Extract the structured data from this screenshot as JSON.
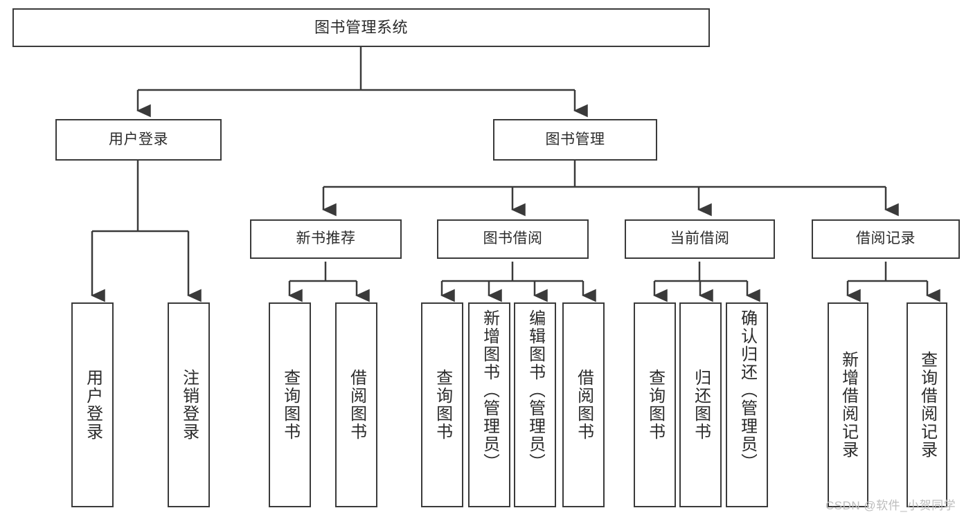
{
  "diagram": {
    "title": "图书管理系统",
    "watermark": "CSDN @软件_小贺同学",
    "edge_color": "#3a3a3a",
    "box_border_color": "#3a3a3a",
    "text_color": "#2b2b2b",
    "background": "#ffffff"
  },
  "levels": {
    "root": {
      "label": "图书管理系统"
    },
    "level2": [
      {
        "label": "用户登录"
      },
      {
        "label": "图书管理"
      }
    ],
    "level3": [
      {
        "label": "新书推荐"
      },
      {
        "label": "图书借阅"
      },
      {
        "label": "当前借阅"
      },
      {
        "label": "借阅记录"
      }
    ],
    "leaves": {
      "user_login": [
        {
          "label": "用户登录"
        },
        {
          "label": "注销登录"
        }
      ],
      "new_book_recommend": [
        {
          "label": "查询图书"
        },
        {
          "label": "借阅图书"
        }
      ],
      "book_borrow": [
        {
          "label": "查询图书"
        },
        {
          "label": "新增图书（管理员）"
        },
        {
          "label": "编辑图书（管理员）"
        },
        {
          "label": "借阅图书"
        }
      ],
      "current_borrow": [
        {
          "label": "查询图书"
        },
        {
          "label": "归还图书"
        },
        {
          "label": "确认归还（管理员）"
        }
      ],
      "borrow_record": [
        {
          "label": "新增借阅记录"
        },
        {
          "label": "查询借阅记录"
        }
      ]
    }
  }
}
